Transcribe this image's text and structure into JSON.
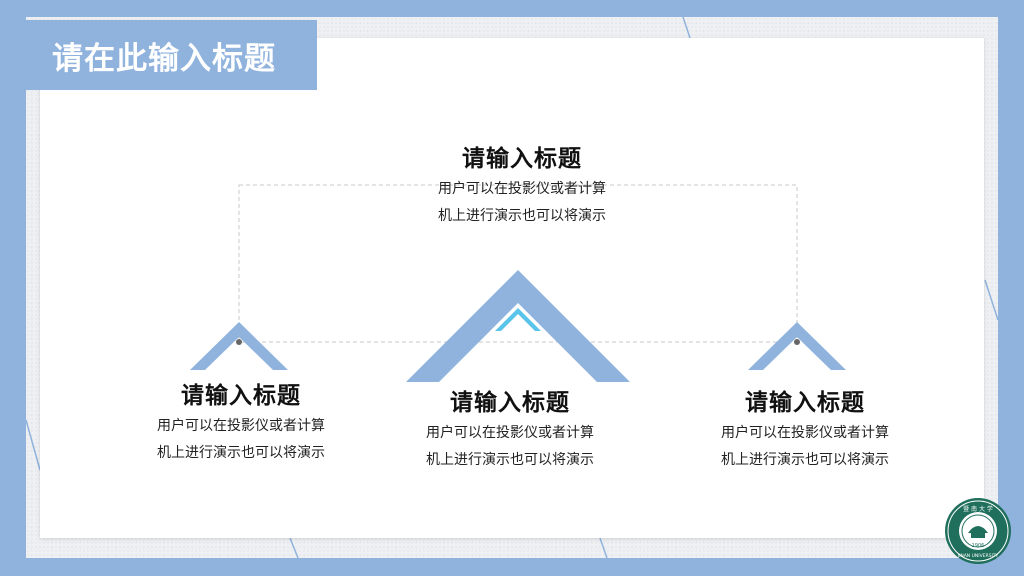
{
  "page_title": "请在此输入标题",
  "blocks": [
    {
      "title": "请输入标题",
      "line1": "用户可以在投影仪或者计算",
      "line2": "机上进行演示也可以将演示"
    },
    {
      "title": "请输入标题",
      "line1": "用户可以在投影仪或者计算",
      "line2": "机上进行演示也可以将演示"
    },
    {
      "title": "请输入标题",
      "line1": "用户可以在投影仪或者计算",
      "line2": "机上进行演示也可以将演示"
    },
    {
      "title": "请输入标题",
      "line1": "用户可以在投影仪或者计算",
      "line2": "机上进行演示也可以将演示"
    }
  ],
  "logo": {
    "year": "1906",
    "text_top": "暨 南 大 学",
    "text_bottom": "JINAN UNIVERSITY"
  },
  "colors": {
    "accent": "#8fb3dd",
    "highlight": "#5bc4ea",
    "text": "#111111"
  }
}
